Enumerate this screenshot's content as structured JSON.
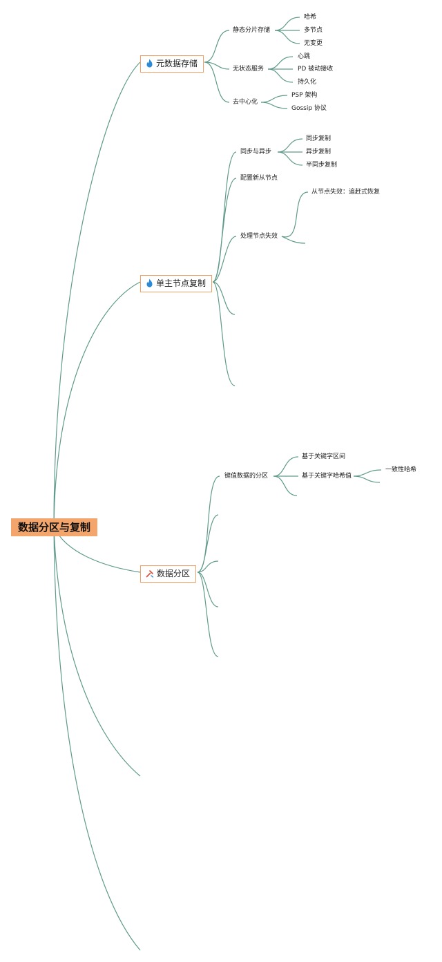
{
  "colors": {
    "edge": "#5f9a8a",
    "root_bg": "#f3a56b",
    "branch_border": "#f0a062",
    "fire_icon": "#2a8ad8",
    "tool_icon": "#d94b3a"
  },
  "root": {
    "label": "数据分区与复制"
  },
  "branches": [
    {
      "label": "元数据存储",
      "icon": "fire-icon",
      "children": [
        {
          "label": "静态分片存储",
          "children": [
            "哈希",
            "多节点",
            "无变更"
          ]
        },
        {
          "label": "无状态服务",
          "children": [
            "心跳",
            "PD 被动接收",
            "持久化"
          ]
        },
        {
          "label": "去中心化",
          "children": [
            "PSP 架构",
            "Gossip 协议"
          ]
        }
      ]
    },
    {
      "label": "单主节点复制",
      "icon": "fire-icon",
      "children": [
        {
          "label": "同步与异步",
          "children": [
            "同步复制",
            "异步复制",
            "半同步复制"
          ]
        },
        {
          "label": "配置新从节点",
          "children": []
        },
        {
          "label": "处理节点失效",
          "children": [
            "从节点失效：追赶式恢复"
          ]
        }
      ]
    },
    {
      "label": "数据分区",
      "icon": "tool-icon",
      "children": [
        {
          "label": "键值数据的分区",
          "children": [
            "基于关键字区间",
            "基于关键字哈希值"
          ]
        },
        {
          "label": "一致性哈希",
          "children": []
        }
      ]
    }
  ]
}
